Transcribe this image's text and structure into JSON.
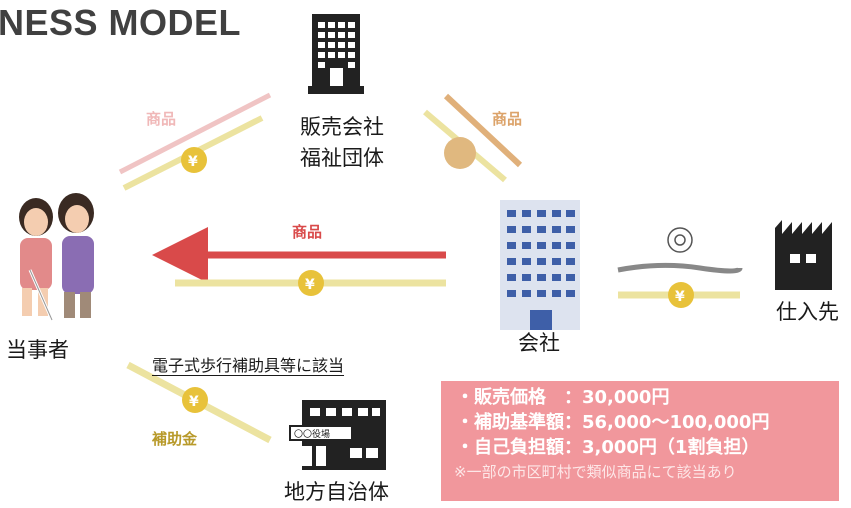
{
  "header": {
    "title": "NESS MODEL"
  },
  "nodes": {
    "retailer_line1": "販売会社",
    "retailer_line2": "福祉団体",
    "consumer": "当事者",
    "company": "会社",
    "supplier": "仕入先",
    "local_gov": "地方自治体"
  },
  "flows": {
    "goods_retail_to_user": "商品",
    "goods_company_to_retail": "商品",
    "goods_company_to_user": "商品",
    "subsidy": "補助金",
    "currency_symbol": "¥"
  },
  "notes": {
    "subsidy_condition": "電子式歩行補助具等に該当"
  },
  "pricing": {
    "price": "・販売価格　：30,000円",
    "subsidy_standard": "・補助基準額：56,000～100,000円",
    "self_pay": "・自己負担額：3,000円（1割負担）",
    "note": "※一部の市区町村で類似商品にて該当あり"
  },
  "colors": {
    "goods_arrow": "#e07a7a",
    "goods_arrow_strong": "#d94a4a",
    "money_arrow": "#ece3a0",
    "coin": "#e8c23a",
    "goods_arrow_tan": "#e0b07a",
    "info_box": "#f1979c",
    "building": "#222222",
    "company_blue": "#3e5fa8"
  }
}
